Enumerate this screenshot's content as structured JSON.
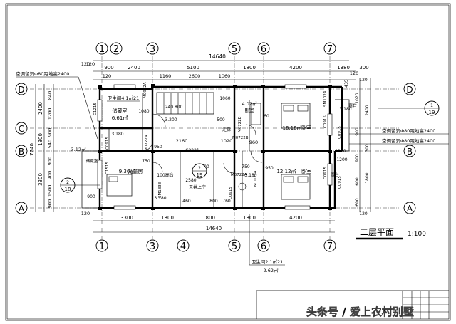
{
  "axes_top": [
    "1",
    "2",
    "3",
    "5",
    "6",
    "7"
  ],
  "axes_bottom": [
    "1",
    "3",
    "4",
    "5",
    "6",
    "7"
  ],
  "axes_rows": [
    "D",
    "C",
    "B",
    "A"
  ],
  "top_total": "14640",
  "top_segments": [
    "900",
    "2400",
    "5100",
    "1800",
    "4200",
    "1380",
    "300"
  ],
  "top_edge": [
    "120",
    "120"
  ],
  "top_inner": [
    "1160",
    "2600",
    "1060",
    "120"
  ],
  "bottom_segments": [
    "3300",
    "1800",
    "1800",
    "1800",
    "4200"
  ],
  "bottom_total": "14640",
  "left_total": "7740",
  "left_outer": [
    "2400",
    "1800",
    "3300",
    "120",
    "120",
    "120"
  ],
  "left_inner": [
    "840",
    "1200",
    "900",
    "540",
    "900",
    "900",
    "1500",
    "900",
    "120",
    "120"
  ],
  "right_dims": [
    "435",
    "1020",
    "900",
    "2400",
    "1200",
    "900",
    "600",
    "1800",
    "300",
    "600",
    "120",
    "120"
  ],
  "ac_notes": [
    "空调留洞Φ80距地高2400",
    "空调留洞Φ80距地高2400",
    "空调留洞Φ80距地高2400"
  ],
  "rooms": [
    {
      "name": "储藏室",
      "area": "6.61㎡"
    },
    {
      "name": "卧室",
      "area": "4.02㎡"
    },
    {
      "name": "卧室",
      "area": "16.16㎡"
    },
    {
      "name": "儿童房",
      "area": "9.36㎡"
    },
    {
      "name": "卧室",
      "area": "12.12㎡"
    },
    {
      "name": "天井上空",
      "area": ""
    },
    {
      "name": "露台",
      "area": ""
    },
    {
      "name": "露台",
      "area": ""
    }
  ],
  "labels": {
    "toilet_top": "卫生间4.1㎡21",
    "toilet_bottom": "卫生间2.1㎡21",
    "toilet_bottom_area": "2.62㎡",
    "floor_level": "3.200",
    "floor_level_2": "3.180",
    "floor_level_3": "3.180",
    "floor_level_4": "3.180",
    "floor_level_5": "3.180",
    "balcony_level": "100高台",
    "dim_2160": "2160",
    "dim_1020": "1020",
    "dim_960": "960",
    "dim_3120": "3.12㎡",
    "dim_1200": "1200",
    "corridor": "走廊",
    "storage_label": "储藏室",
    "dim_c2221": "C2221",
    "dim_300": "300",
    "dim_750a": "750",
    "dim_750b": "750",
    "dim_950a": "950",
    "dim_950b": "950",
    "dim_1080": "1080",
    "dim_2480": "240 800",
    "dim_60": "60",
    "dim_500": "500",
    "dim_1660": "1060",
    "dim_2580": "2580",
    "dim_900": "900",
    "dim_800": "800",
    "dim_760": "760",
    "dim_460": "460"
  },
  "doors": [
    "M0922A",
    "M0722B",
    "M0722B",
    "M1022A",
    "M0722A",
    "M0722A",
    "SM1024",
    "SM1833",
    "C0915",
    "C0915",
    "C0915",
    "C0915",
    "C1215",
    "C1515",
    "C0915",
    "C0915"
  ],
  "detail_refs": [
    {
      "num": "1",
      "sheet": "19"
    },
    {
      "num": "2",
      "sheet": "18"
    },
    {
      "num": "2",
      "sheet": "19"
    }
  ],
  "plan_title": "二层平面",
  "scale": "1:100",
  "watermark": "头条号 / 爱上农村别墅"
}
